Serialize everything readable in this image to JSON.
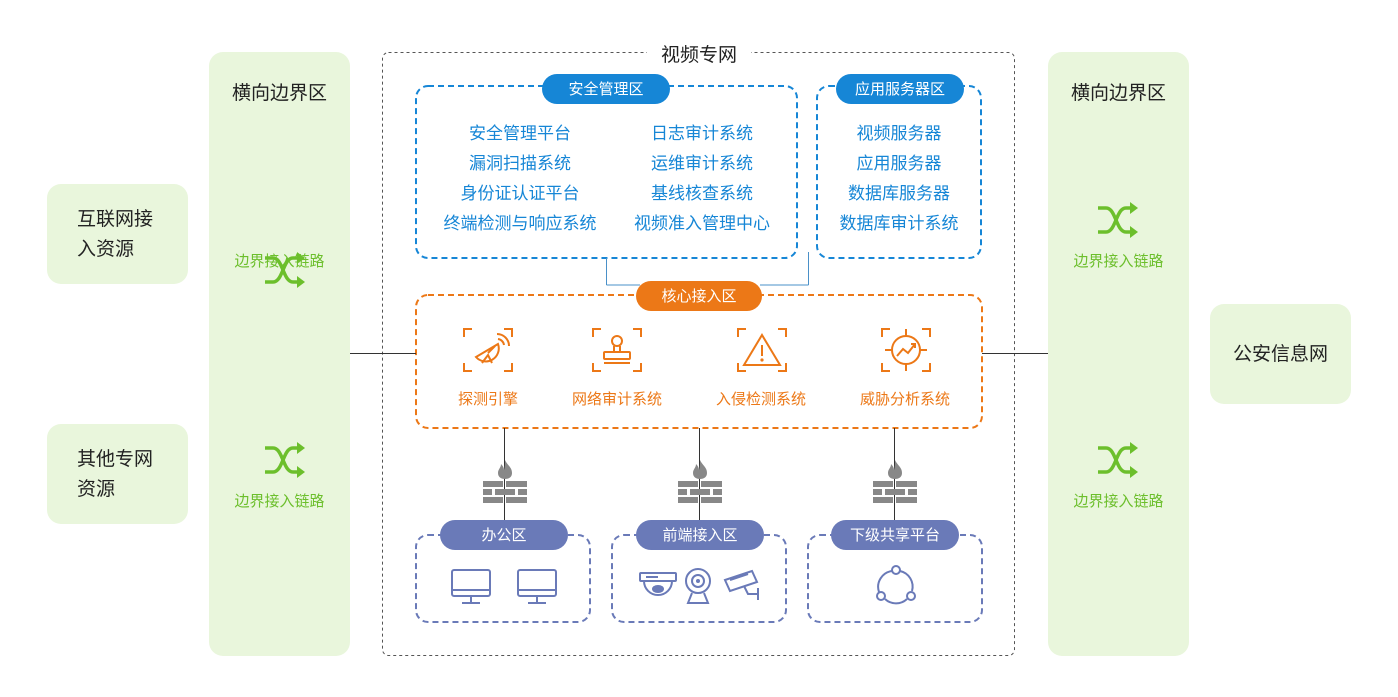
{
  "sources": [
    "互联网接\n入资源",
    "其他专网\n资源"
  ],
  "left_zone": {
    "title": "横向边界区",
    "links": [
      "边界接入链路",
      "边界接入链路"
    ]
  },
  "right_zone": {
    "title": "横向边界区",
    "links": [
      "边界接入链路",
      "边界接入链路"
    ]
  },
  "target": "公安信息网",
  "main": {
    "title": "视频专网"
  },
  "security": {
    "label": "安全管理区",
    "col1": [
      "安全管理平台",
      "漏洞扫描系统",
      "身份证认证平台",
      "终端检测与响应系统"
    ],
    "col2": [
      "日志审计系统",
      "运维审计系统",
      "基线核查系统",
      "视频准入管理中心"
    ]
  },
  "app": {
    "label": "应用服务器区",
    "items": [
      "视频服务器",
      "应用服务器",
      "数据库服务器",
      "数据库审计系统"
    ]
  },
  "core": {
    "label": "核心接入区",
    "items": [
      {
        "label": "探测引擎",
        "icon": "radar-icon"
      },
      {
        "label": "网络审计系统",
        "icon": "audit-stamp-icon"
      },
      {
        "label": "入侵检测系统",
        "icon": "warning-icon"
      },
      {
        "label": "威胁分析系统",
        "icon": "threat-chart-icon"
      }
    ]
  },
  "bottom": [
    {
      "label": "办公区",
      "icons": [
        "monitor-icon",
        "monitor-icon"
      ]
    },
    {
      "label": "前端接入区",
      "icons": [
        "dome-camera-icon",
        "webcam-icon",
        "cctv-camera-icon"
      ]
    },
    {
      "label": "下级共享平台",
      "icons": [
        "share-network-icon"
      ]
    }
  ],
  "colors": {
    "blue": "#1686d6",
    "orange": "#ec7817",
    "purple": "#6a7ab8",
    "green": "#6cbf2c",
    "green_bg": "#e9f6dc"
  }
}
